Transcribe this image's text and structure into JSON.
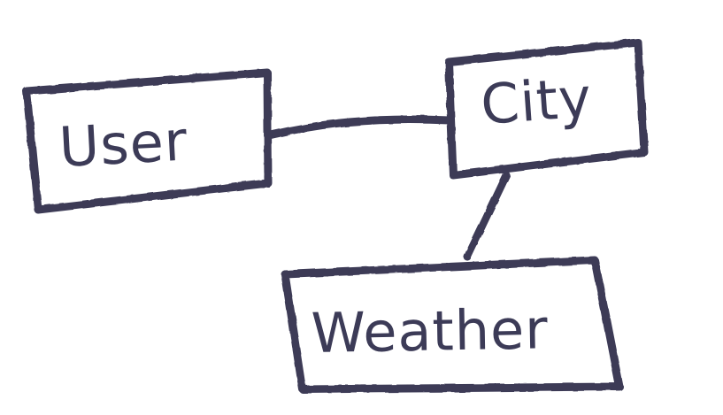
{
  "diagram": {
    "ink_color": "#3c3b57",
    "background_color": "#ffffff",
    "nodes": [
      {
        "id": "user",
        "label": "User"
      },
      {
        "id": "city",
        "label": "City"
      },
      {
        "id": "weather",
        "label": "Weather"
      }
    ],
    "edges": [
      {
        "from": "user",
        "to": "city"
      },
      {
        "from": "city",
        "to": "weather"
      }
    ]
  }
}
